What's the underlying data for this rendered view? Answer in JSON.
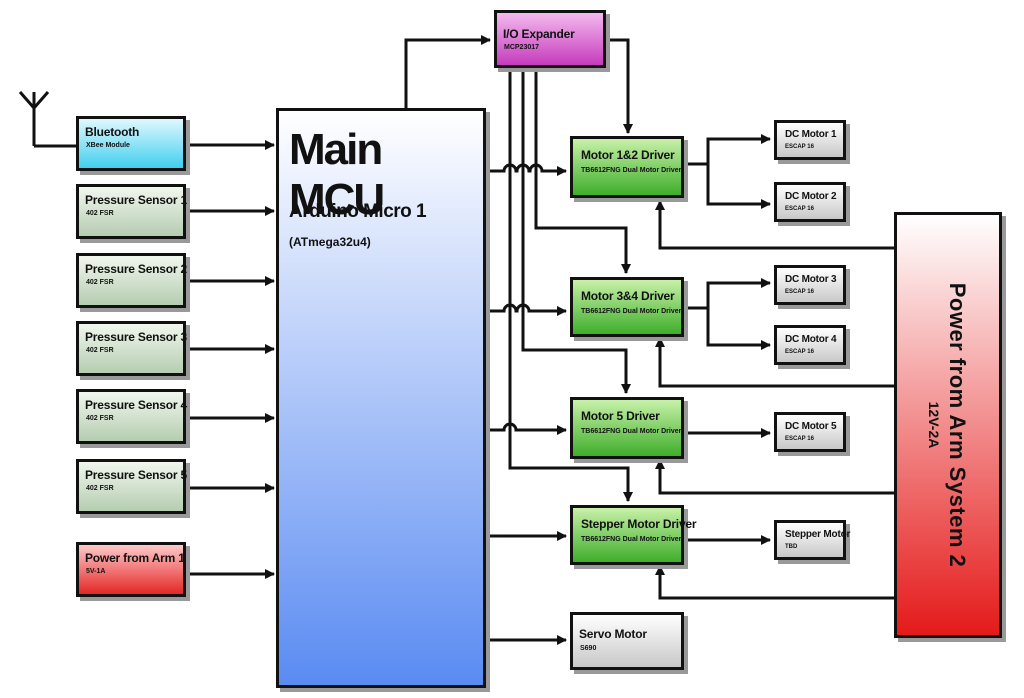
{
  "inputs": {
    "bluetooth": {
      "title": "Bluetooth",
      "sub": "XBee Module"
    },
    "ps1": {
      "title": "Pressure Sensor 1",
      "sub": "402 FSR"
    },
    "ps2": {
      "title": "Pressure Sensor 2",
      "sub": "402 FSR"
    },
    "ps3": {
      "title": "Pressure Sensor 3",
      "sub": "402 FSR"
    },
    "ps4": {
      "title": "Pressure Sensor 4",
      "sub": "402 FSR"
    },
    "ps5": {
      "title": "Pressure Sensor 5",
      "sub": "402 FSR"
    },
    "power1": {
      "title": "Power from Arm 1",
      "sub": "5V-1A"
    }
  },
  "mcu": {
    "title": "Main MCU",
    "subtitle": "Arduino Micro 1",
    "chip": "(ATmega32u4)"
  },
  "expander": {
    "title": "I/O Expander",
    "sub": "MCP23017"
  },
  "drivers": {
    "d12": {
      "title": "Motor 1&2 Driver",
      "sub": "TB6612FNG Dual Motor Driver"
    },
    "d34": {
      "title": "Motor 3&4 Driver",
      "sub": "TB6612FNG Dual Motor Driver"
    },
    "d5": {
      "title": "Motor 5 Driver",
      "sub": "TB6612FNG Dual Motor Driver"
    },
    "dst": {
      "title": "Stepper Motor Driver",
      "sub": "TB6612FNG Dual Motor Driver"
    }
  },
  "servo": {
    "title": "Servo Motor",
    "sub": "S690"
  },
  "motors": {
    "m1": {
      "title": "DC Motor 1",
      "sub": "ESCAP 16"
    },
    "m2": {
      "title": "DC Motor 2",
      "sub": "ESCAP 16"
    },
    "m3": {
      "title": "DC Motor 3",
      "sub": "ESCAP 16"
    },
    "m4": {
      "title": "DC Motor 4",
      "sub": "ESCAP 16"
    },
    "m5": {
      "title": "DC Motor 5",
      "sub": "ESCAP 16"
    },
    "stepper": {
      "title": "Stepper Motor",
      "sub": "TBD"
    }
  },
  "power2": {
    "title": "Power from Arm System 2",
    "sub": "12V-2A"
  },
  "colors": {
    "driver": "#3fae2b",
    "sensor": "#b5cdb1",
    "bluetooth": "#42cfee",
    "power": "#e42626",
    "expander": "#c63bbd",
    "mcu": "#5a8bf2",
    "output": "#c8c8c8"
  }
}
